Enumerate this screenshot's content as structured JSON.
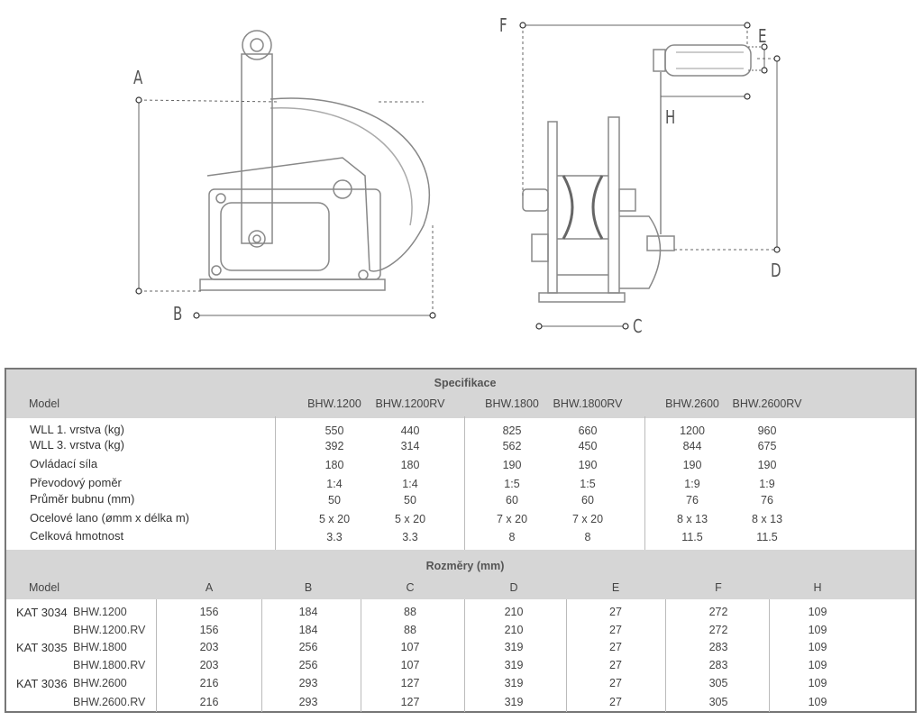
{
  "diagram": {
    "labels": {
      "A": "A",
      "B": "B",
      "C": "C",
      "D": "D",
      "E": "E",
      "F": "F",
      "H": "H"
    }
  },
  "spec": {
    "title": "Specifikace",
    "model_label": "Model",
    "models": [
      "BHW.1200",
      "BHW.1200RV",
      "BHW.1800",
      "BHW.1800RV",
      "BHW.2600",
      "BHW.2600RV"
    ],
    "rows": [
      {
        "label": "WLL 1. vrstva (kg)",
        "values": [
          "550",
          "440",
          "825",
          "660",
          "1200",
          "960"
        ]
      },
      {
        "label": "WLL 3. vrstva (kg)",
        "values": [
          "392",
          "314",
          "562",
          "450",
          "844",
          "675"
        ]
      },
      {
        "label": "Ovládací síla",
        "values": [
          "180",
          "180",
          "190",
          "190",
          "190",
          "190"
        ]
      },
      {
        "label": "Převodový poměr",
        "values": [
          "1:4",
          "1:4",
          "1:5",
          "1:5",
          "1:9",
          "1:9"
        ]
      },
      {
        "label": "Průměr bubnu (mm)",
        "values": [
          "50",
          "50",
          "60",
          "60",
          "76",
          "76"
        ]
      },
      {
        "label": "Ocelové lano (ømm x délka m)",
        "values": [
          "5 x 20",
          "5 x 20",
          "7 x 20",
          "7 x 20",
          "8 x 13",
          "8 x 13"
        ]
      },
      {
        "label": "Celková hmotnost",
        "values": [
          "3.3",
          "3.3",
          "8",
          "8",
          "11.5",
          "11.5"
        ]
      }
    ]
  },
  "dims": {
    "title": "Rozměry (mm)",
    "model_label": "Model",
    "columns": [
      "A",
      "B",
      "C",
      "D",
      "E",
      "F",
      "H"
    ],
    "rows": [
      {
        "kat": "KAT 3034",
        "model": "BHW.1200",
        "values": [
          "156",
          "184",
          "88",
          "210",
          "27",
          "272",
          "109"
        ]
      },
      {
        "kat": "",
        "model": "BHW.1200.RV",
        "values": [
          "156",
          "184",
          "88",
          "210",
          "27",
          "272",
          "109"
        ]
      },
      {
        "kat": "KAT 3035",
        "model": "BHW.1800",
        "values": [
          "203",
          "256",
          "107",
          "319",
          "27",
          "283",
          "109"
        ]
      },
      {
        "kat": "",
        "model": "BHW.1800.RV",
        "values": [
          "203",
          "256",
          "107",
          "319",
          "27",
          "283",
          "109"
        ]
      },
      {
        "kat": "KAT 3036",
        "model": "BHW.2600",
        "values": [
          "216",
          "293",
          "127",
          "319",
          "27",
          "305",
          "109"
        ]
      },
      {
        "kat": "",
        "model": "BHW.2600.RV",
        "values": [
          "216",
          "293",
          "127",
          "319",
          "27",
          "305",
          "109"
        ]
      }
    ]
  }
}
